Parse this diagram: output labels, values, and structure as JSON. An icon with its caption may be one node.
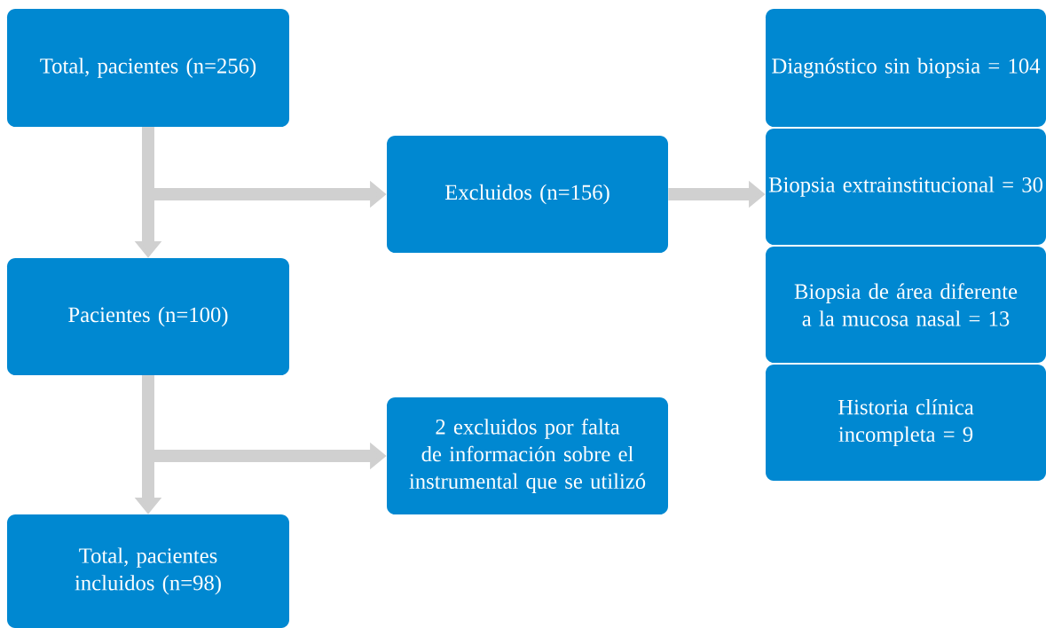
{
  "diagram": {
    "nodes": [
      {
        "text": [
          "Total, pacientes (n=256)"
        ]
      },
      {
        "text": [
          "Excluidos (n=156)"
        ]
      },
      {
        "text": [
          "Diagnóstico sin biopsia = 104"
        ]
      },
      {
        "text": [
          "Biopsia extrainstitucional = 30"
        ]
      },
      {
        "text": [
          "Biopsia de área diferente a la mucosa nasal = 13"
        ]
      },
      {
        "text": [
          "Historia clínica incompleta = 9"
        ]
      },
      {
        "text": [
          "Pacientes (n=100)"
        ]
      },
      {
        "text": [
          "2 excluidos por falta de información sobre el instrumental que se utilizó"
        ]
      },
      {
        "text": [
          "Total, pacientes incluidos (n=98)"
        ]
      }
    ],
    "edges": [
      {
        "from": 0,
        "to": 6,
        "arrow": "to"
      },
      {
        "from": 0,
        "to": 1,
        "arrow": "to"
      },
      {
        "from": 1,
        "to": 3,
        "arrow": "to"
      },
      {
        "from": 6,
        "to": 8,
        "arrow": "to"
      },
      {
        "from": 6,
        "to": 7,
        "arrow": "to"
      }
    ]
  }
}
